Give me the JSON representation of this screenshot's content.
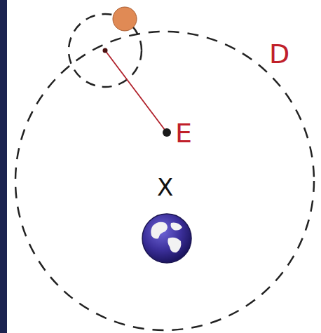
{
  "diagram": {
    "labels": [
      "D",
      "E",
      "X"
    ]
  }
}
